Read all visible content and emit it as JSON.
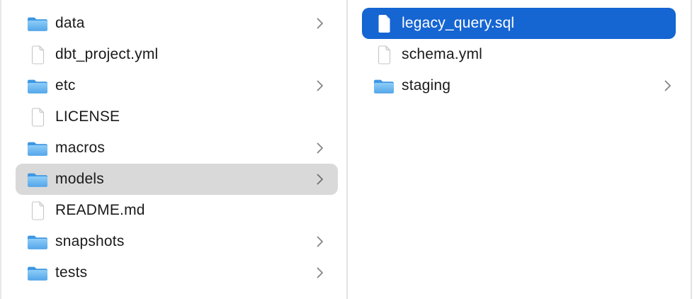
{
  "colors": {
    "selection_blue": "#1565d2",
    "selection_gray": "#d9d9d9",
    "divider": "#e3e3e3",
    "text": "#1a1a1a",
    "text_selected": "#ffffff",
    "chevron": "#84848a",
    "folder_back": "#3e97e3",
    "folder_front_top": "#8ecdf7",
    "folder_front_bottom": "#54a6ea"
  },
  "columns": [
    {
      "name": "column-1",
      "items": [
        {
          "label": "data",
          "type": "folder",
          "icon": "folder-icon",
          "chevron": true,
          "selected": "none"
        },
        {
          "label": "dbt_project.yml",
          "type": "file",
          "icon": "document-icon",
          "chevron": false,
          "selected": "none"
        },
        {
          "label": "etc",
          "type": "folder",
          "icon": "folder-icon",
          "chevron": true,
          "selected": "none"
        },
        {
          "label": "LICENSE",
          "type": "file",
          "icon": "document-icon",
          "chevron": false,
          "selected": "none"
        },
        {
          "label": "macros",
          "type": "folder",
          "icon": "folder-icon",
          "chevron": true,
          "selected": "none"
        },
        {
          "label": "models",
          "type": "folder",
          "icon": "folder-icon",
          "chevron": true,
          "selected": "gray"
        },
        {
          "label": "README.md",
          "type": "file",
          "icon": "document-icon",
          "chevron": false,
          "selected": "none"
        },
        {
          "label": "snapshots",
          "type": "folder",
          "icon": "folder-icon",
          "chevron": true,
          "selected": "none"
        },
        {
          "label": "tests",
          "type": "folder",
          "icon": "folder-icon",
          "chevron": true,
          "selected": "none"
        }
      ]
    },
    {
      "name": "column-2",
      "items": [
        {
          "label": "legacy_query.sql",
          "type": "file",
          "icon": "document-icon",
          "chevron": false,
          "selected": "blue"
        },
        {
          "label": "schema.yml",
          "type": "file",
          "icon": "document-icon",
          "chevron": false,
          "selected": "none"
        },
        {
          "label": "staging",
          "type": "folder",
          "icon": "folder-icon",
          "chevron": true,
          "selected": "none"
        }
      ]
    }
  ]
}
